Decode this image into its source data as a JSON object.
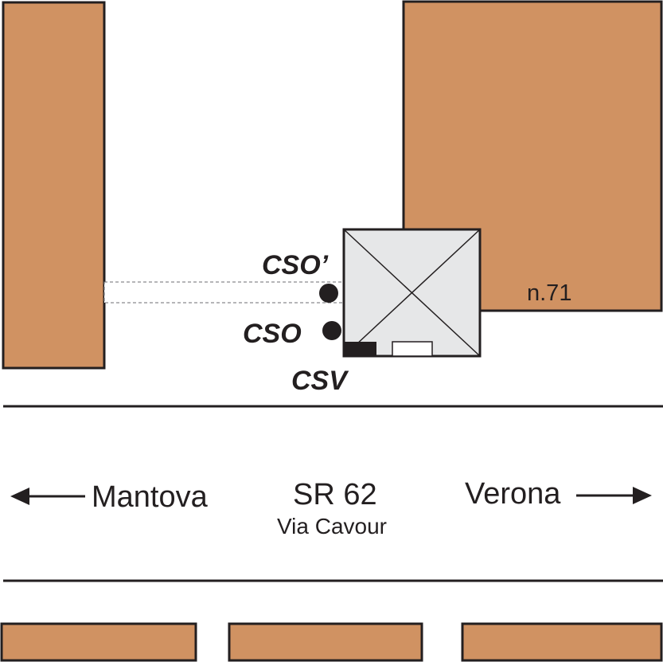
{
  "colors": {
    "building": "#d09262",
    "outline": "#231f20",
    "kiosk": "#e6e7e8",
    "background": "#ffffff"
  },
  "labels": {
    "house_number": "n.71",
    "sensor_cso_prime": "CSO’",
    "sensor_cso": "CSO",
    "sensor_csv": "CSV"
  },
  "road": {
    "code": "SR 62",
    "street": "Via Cavour",
    "direction_left": "Mantova",
    "direction_right": "Verona"
  },
  "icons": {
    "arrow_left": "arrow-left-icon",
    "arrow_right": "arrow-right-icon"
  }
}
